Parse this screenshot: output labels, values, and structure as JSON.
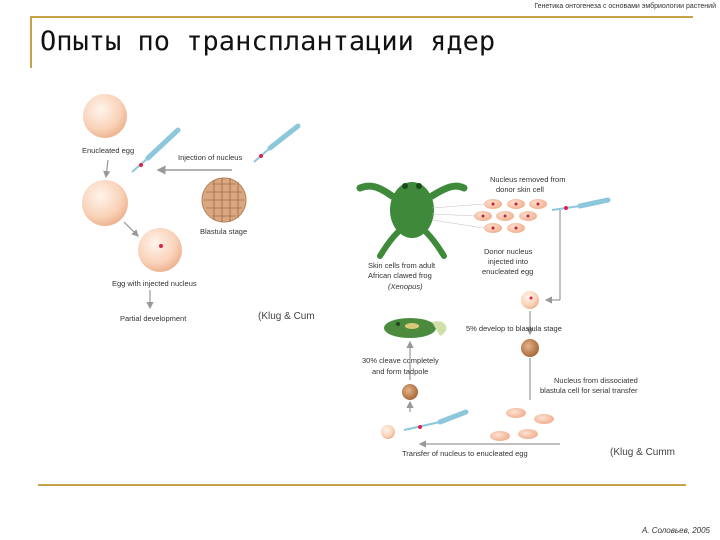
{
  "header_note": "Генетика онтогенеза с основами эмбриологии растений",
  "title": "Опыты по трансплантации ядер",
  "footer": "А. Соловьев, 2005",
  "left_diagram": {
    "enucleated_egg": "Enucleated egg",
    "injection": "Injection of nucleus",
    "blastula": "Blastula stage",
    "egg_injected": "Egg with injected nucleus",
    "partial": "Partial development",
    "credit": "(Klug & Cum"
  },
  "right_diagram": {
    "nucleus_removed": [
      "Nucleus removed from",
      "donor skin cell"
    ],
    "skin_cells": [
      "Skin cells from adult",
      "African clawed frog"
    ],
    "xenopus": "(Xenopus)",
    "donor_nucleus": [
      "Donor nucleus",
      "injected into",
      "enucleated egg"
    ],
    "develop": "5% develop to blastula stage",
    "cleave": [
      "30% cleave completely",
      "and form tadpole"
    ],
    "dissociated": [
      "Nucleus from dissociated",
      "blastula cell for serial transfer"
    ],
    "transfer": "Transfer of nucleus to enucleated egg",
    "credit": "(Klug & Cumm"
  }
}
